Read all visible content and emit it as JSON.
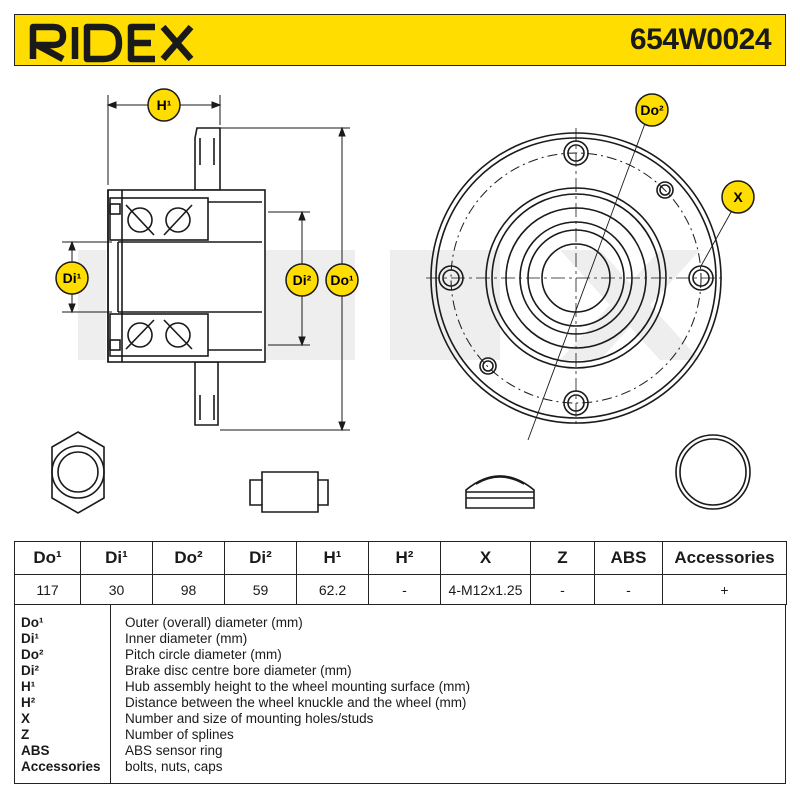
{
  "header": {
    "brand": "RIDEX",
    "part_number": "654W0024",
    "accent_color": "#ffdd00"
  },
  "labels": {
    "h1": "H¹",
    "di1": "Di¹",
    "di2": "Di²",
    "do1": "Do¹",
    "do2": "Do²",
    "x": "X"
  },
  "spec_table": {
    "columns": [
      "Do¹",
      "Di¹",
      "Do²",
      "Di²",
      "H¹",
      "H²",
      "X",
      "Z",
      "ABS",
      "Accessories"
    ],
    "values": [
      "117",
      "30",
      "98",
      "59",
      "62.2",
      "-",
      "4-M12x1.25",
      "-",
      "-",
      "+"
    ]
  },
  "legend": [
    {
      "key": "Do¹",
      "text": "Outer (overall) diameter (mm)"
    },
    {
      "key": "Di¹",
      "text": "Inner diameter (mm)"
    },
    {
      "key": "Do²",
      "text": "Pitch circle diameter (mm)"
    },
    {
      "key": "Di²",
      "text": "Brake disc centre bore diameter (mm)"
    },
    {
      "key": "H¹",
      "text": "Hub assembly height to the wheel mounting surface (mm)"
    },
    {
      "key": "H²",
      "text": "Distance between the wheel knuckle and the wheel (mm)"
    },
    {
      "key": "X",
      "text": "Number and size of mounting holes/studs"
    },
    {
      "key": "Z",
      "text": "Number of splines"
    },
    {
      "key": "ABS",
      "text": "ABS sensor ring"
    },
    {
      "key": "Accessories",
      "text": "bolts, nuts, caps"
    }
  ]
}
